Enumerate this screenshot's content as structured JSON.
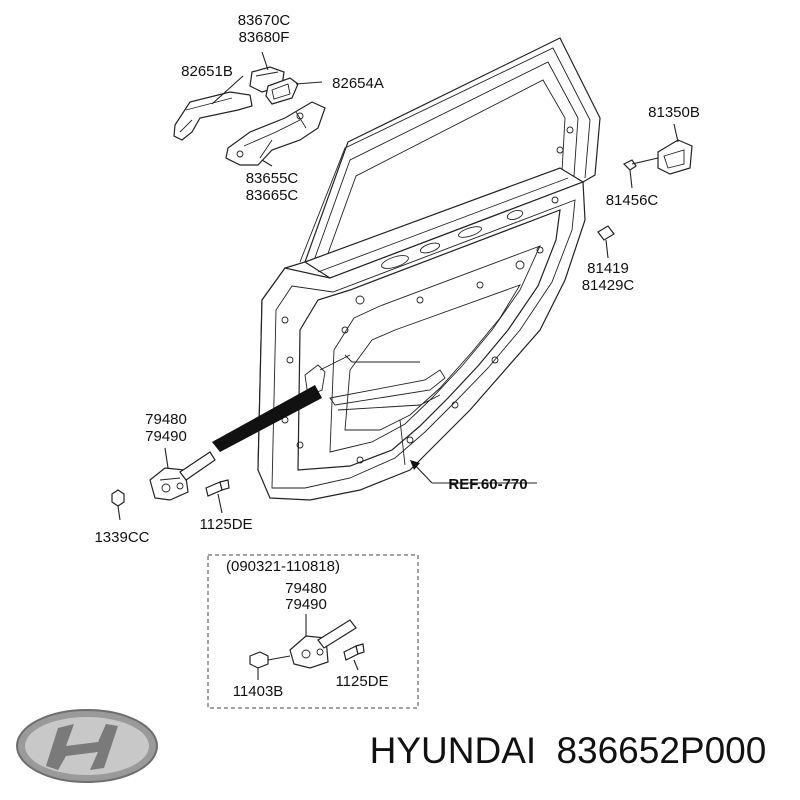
{
  "labels": {
    "p83670C": "83670C",
    "p83680F": "83680F",
    "p82651B": "82651B",
    "p82654A": "82654A",
    "p83655C": "83655C",
    "p83665C": "83665C",
    "p81350B": "81350B",
    "p81456C": "81456C",
    "p81419": "81419",
    "p81429C": "81429C",
    "p79480": "79480",
    "p79490": "79490",
    "p1339CC": "1339CC",
    "p1125DE": "1125DE",
    "ref": "REF.60-770",
    "inset_date": "(090321-110818)",
    "inset_79480": "79480",
    "inset_79490": "79490",
    "inset_11403B": "11403B",
    "inset_1125DE": "1125DE"
  },
  "brand": {
    "name": "HYUNDAI",
    "part_number": "836652P000",
    "logo_icon": "hyundai-logo-icon"
  }
}
